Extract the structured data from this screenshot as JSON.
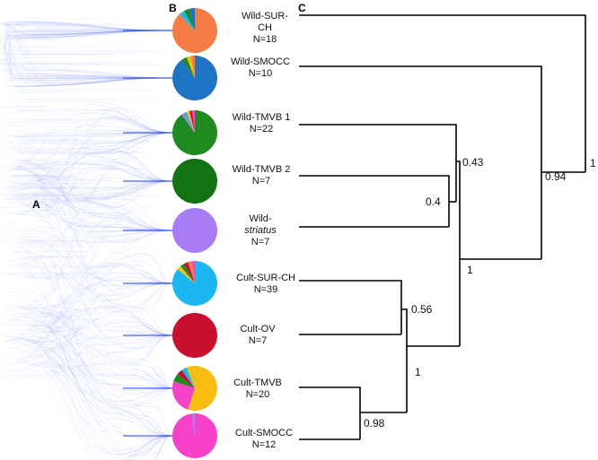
{
  "panels": {
    "a": "A",
    "b": "B",
    "c": "C"
  },
  "colors": {
    "cloud": "#2b4cf0",
    "sur_ch": "#f77b44",
    "smocc": "#1f73c4",
    "tmvb": "#1f8a1f",
    "tmvb2": "#127312",
    "striatus": "#a77cf5",
    "cult_sur_ch": "#1bb7f2",
    "ov": "#c8102e",
    "cult_tmvb_yellow": "#f8bf12",
    "cult_smocc": "#f542c8"
  },
  "groups": [
    {
      "id": "wild-sur-ch",
      "lines": [
        "Wild-SUR-",
        "CH"
      ],
      "n": "N=18",
      "italic_line": -1
    },
    {
      "id": "wild-smocc",
      "lines": [
        "Wild-SMOCC"
      ],
      "n": "N=10",
      "italic_line": -1
    },
    {
      "id": "wild-tmvb-1",
      "lines": [
        "Wild-TMVB 1"
      ],
      "n": "N=22",
      "italic_line": -1
    },
    {
      "id": "wild-tmvb-2",
      "lines": [
        "Wild-TMVB 2"
      ],
      "n": "N=7",
      "italic_line": -1
    },
    {
      "id": "wild-striatus",
      "lines": [
        "Wild-",
        "striatus"
      ],
      "n": "N=7",
      "italic_line": 1
    },
    {
      "id": "cult-sur-ch",
      "lines": [
        "Cult-SUR-CH"
      ],
      "n": "N=39",
      "italic_line": -1
    },
    {
      "id": "cult-ov",
      "lines": [
        "Cult-OV"
      ],
      "n": "N=7",
      "italic_line": -1
    },
    {
      "id": "cult-tmvb",
      "lines": [
        "Cult-TMVB"
      ],
      "n": "N=20",
      "italic_line": -1
    },
    {
      "id": "cult-smocc",
      "lines": [
        "Cult-SMOCC"
      ],
      "n": "N=12",
      "italic_line": -1
    }
  ],
  "pies": [
    {
      "slices": [
        {
          "v": 0.88,
          "c": "#f77b44"
        },
        {
          "v": 0.04,
          "c": "#1bb7f2"
        },
        {
          "v": 0.04,
          "c": "#1f8a1f"
        },
        {
          "v": 0.04,
          "c": "#1f73c4"
        }
      ]
    },
    {
      "slices": [
        {
          "v": 0.9,
          "c": "#1f73c4"
        },
        {
          "v": 0.04,
          "c": "#1f8a1f"
        },
        {
          "v": 0.03,
          "c": "#f8bf12"
        },
        {
          "v": 0.03,
          "c": "#f77b44"
        }
      ]
    },
    {
      "slices": [
        {
          "v": 0.9,
          "c": "#1f8a1f"
        },
        {
          "v": 0.02,
          "c": "#a77cf5"
        },
        {
          "v": 0.02,
          "c": "#1bb7f2"
        },
        {
          "v": 0.02,
          "c": "#f8bf12"
        },
        {
          "v": 0.02,
          "c": "#c8102e"
        },
        {
          "v": 0.02,
          "c": "#f542c8"
        }
      ]
    },
    {
      "slices": [
        {
          "v": 1.0,
          "c": "#127312"
        }
      ]
    },
    {
      "slices": [
        {
          "v": 1.0,
          "c": "#a77cf5"
        }
      ]
    },
    {
      "slices": [
        {
          "v": 0.86,
          "c": "#1bb7f2"
        },
        {
          "v": 0.03,
          "c": "#f8bf12"
        },
        {
          "v": 0.03,
          "c": "#1f8a1f"
        },
        {
          "v": 0.03,
          "c": "#c8102e"
        },
        {
          "v": 0.03,
          "c": "#f77b44"
        },
        {
          "v": 0.02,
          "c": "#f542c8"
        }
      ]
    },
    {
      "slices": [
        {
          "v": 1.0,
          "c": "#c8102e"
        }
      ]
    },
    {
      "slices": [
        {
          "v": 0.55,
          "c": "#f8bf12"
        },
        {
          "v": 0.25,
          "c": "#f542c8"
        },
        {
          "v": 0.06,
          "c": "#1f8a1f"
        },
        {
          "v": 0.04,
          "c": "#c8102e"
        },
        {
          "v": 0.04,
          "c": "#1bb7f2"
        },
        {
          "v": 0.06,
          "c": "#f8bf12"
        }
      ]
    },
    {
      "slices": [
        {
          "v": 0.98,
          "c": "#f542c8"
        },
        {
          "v": 0.02,
          "c": "#a77cf5"
        }
      ]
    }
  ],
  "supports": [
    "0.43",
    "0.4",
    "0.94",
    "1",
    "0.56",
    "1",
    "0.98",
    "1"
  ]
}
